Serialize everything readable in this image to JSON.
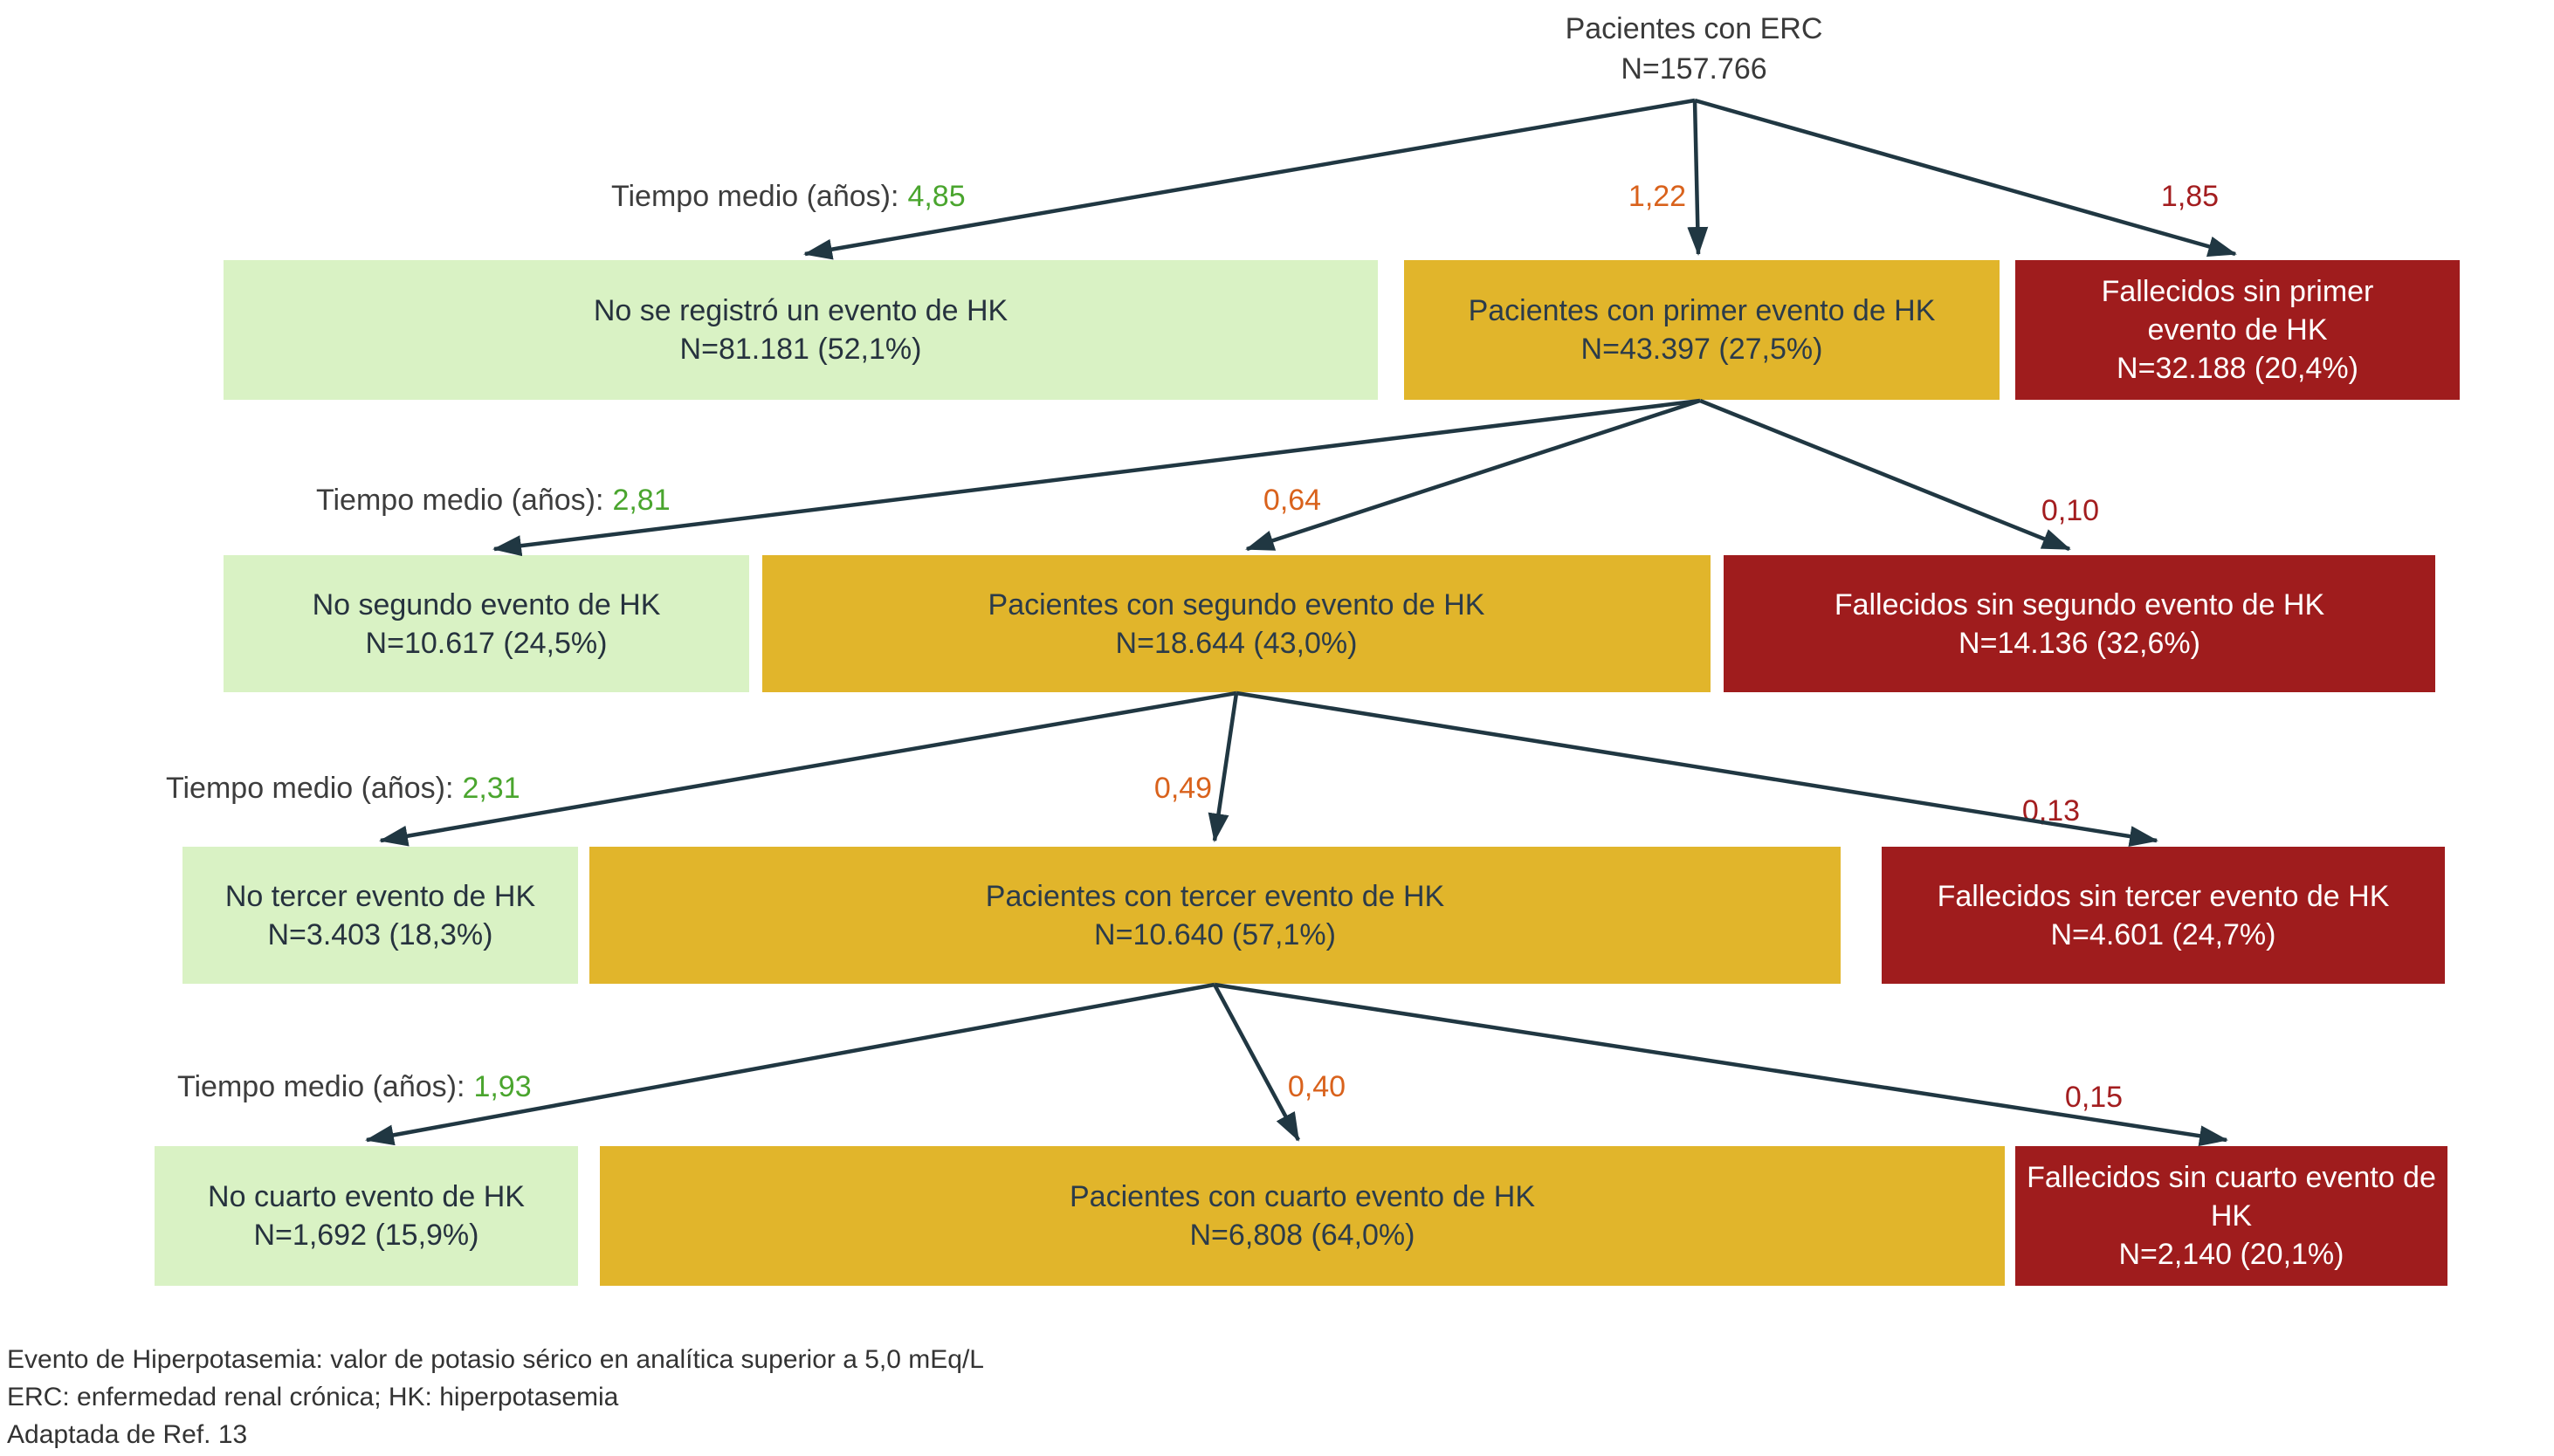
{
  "root_node": {
    "label": "Pacientes con ERC",
    "count": "N=157.766"
  },
  "levels": [
    {
      "time_label": "Tiempo medio (años):",
      "green_time": "4,85",
      "orange_time": "1,22",
      "red_time": "1,85",
      "green_box": {
        "title": "No se registró un evento de HK",
        "count": "N=81.181 (52,1%)"
      },
      "gold_box": {
        "title": "Pacientes con primer evento de HK",
        "count": "N=43.397 (27,5%)"
      },
      "red_box": {
        "title": "Fallecidos  sin primer evento de HK",
        "count": "N=32.188 (20,4%)"
      }
    },
    {
      "time_label": "Tiempo medio (años):",
      "green_time": "2,81",
      "orange_time": "0,64",
      "red_time": "0,10",
      "green_box": {
        "title": "No segundo evento de HK",
        "count": "N=10.617 (24,5%)"
      },
      "gold_box": {
        "title": "Pacientes con segundo evento de HK",
        "count": "N=18.644 (43,0%)"
      },
      "red_box": {
        "title": "Fallecidos sin segundo evento de HK",
        "count": "N=14.136 (32,6%)"
      }
    },
    {
      "time_label": "Tiempo medio (años):",
      "green_time": "2,31",
      "orange_time": "0,49",
      "red_time": "0,13",
      "green_box": {
        "title": "No tercer evento de HK",
        "count": "N=3.403 (18,3%)"
      },
      "gold_box": {
        "title": "Pacientes con tercer evento de HK",
        "count": "N=10.640 (57,1%)"
      },
      "red_box": {
        "title": "Fallecidos sin tercer evento de HK",
        "count": "N=4.601 (24,7%)"
      }
    },
    {
      "time_label": "Tiempo medio (años):",
      "green_time": "1,93",
      "orange_time": "0,40",
      "red_time": "0,15",
      "green_box": {
        "title": "No cuarto evento de HK",
        "count": "N=1,692 (15,9%)"
      },
      "gold_box": {
        "title": "Pacientes con cuarto evento de HK",
        "count": "N=6,808 (64,0%)"
      },
      "red_box": {
        "title": "Fallecidos sin cuarto evento de HK",
        "count": "N=2,140 (20,1%)"
      }
    }
  ],
  "footnotes": [
    "Evento de Hiperpotasemia: valor de potasio sérico en analítica superior a 5,0 mEq/L",
    "ERC: enfermedad renal crónica; HK: hiperpotasemia",
    "Adaptada de Ref. 13"
  ],
  "colors": {
    "green_box": "#d9f2c4",
    "gold_box": "#e1b52b",
    "red_box": "#9f1c1d",
    "arrow": "#203742",
    "green_value": "#4aa52e",
    "orange_value": "#d9621c",
    "red_value": "#a31d1f"
  }
}
